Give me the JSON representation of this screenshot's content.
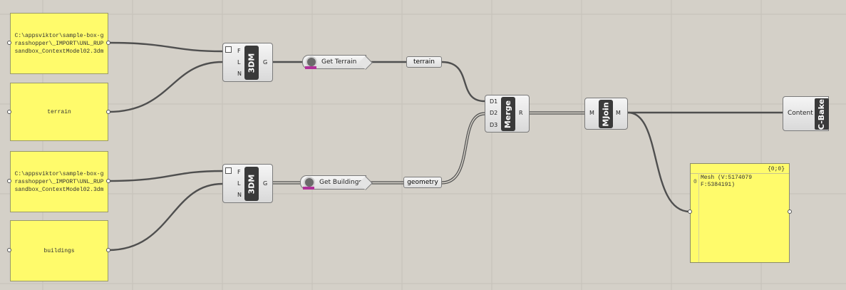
{
  "panels": {
    "file_terrain": "C:\\appsviktor\\sample-box-grasshopper\\_IMPORT\\UNL_RUPsandbox_ContextModel02.3dm",
    "terrain_layer": "terrain",
    "file_buildings": "C:\\appsviktor\\sample-box-grasshopper\\_IMPORT\\UNL_RUPsandbox_ContextModel02.3dm",
    "buildings_layer": "buildings"
  },
  "import_terrain": {
    "core": "3DM",
    "inputs": [
      "F",
      "L",
      "N"
    ],
    "output": "G"
  },
  "import_buildings": {
    "core": "3DM",
    "inputs": [
      "F",
      "L",
      "N"
    ],
    "output": "G"
  },
  "cluster_terrain": {
    "label": "Get Terrain"
  },
  "cluster_buildings": {
    "label": "Get Buildings"
  },
  "relay_terrain": "terrain",
  "relay_buildings": "geometry",
  "merge": {
    "core": "Merge",
    "inputs": [
      "D1",
      "D2",
      "D3"
    ],
    "output": "R"
  },
  "mjoin": {
    "core": "MJoin",
    "input": "M",
    "output": "M"
  },
  "cbake": {
    "input": "Content",
    "core": "C-Bake"
  },
  "viewer": {
    "path": "{0;0}",
    "index": "0",
    "value": "Mesh (V:5174079 F:5384191)"
  }
}
